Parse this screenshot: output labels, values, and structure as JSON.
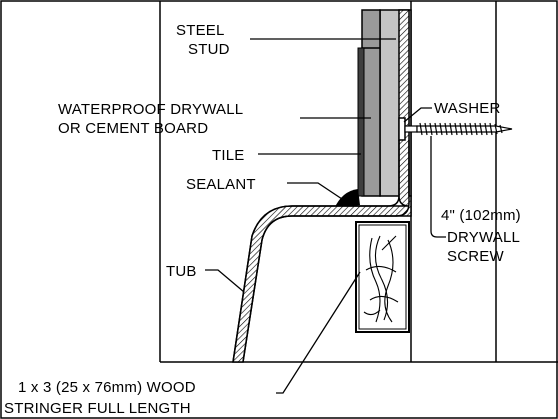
{
  "labels": {
    "steel_stud_l1": "STEEL",
    "steel_stud_l2": "STUD",
    "drywall_l1": "WATERPROOF DRYWALL",
    "drywall_l2": "OR CEMENT BOARD",
    "washer": "WASHER",
    "tile": "TILE",
    "sealant": "SEALANT",
    "screw_l1": "4\" (102mm)",
    "screw_l2": "DRYWALL",
    "screw_l3": "SCREW",
    "tub": "TUB",
    "stringer_l1": "1 x 3 (25 x 76mm) WOOD",
    "stringer_l2": "STRINGER FULL LENGTH"
  }
}
